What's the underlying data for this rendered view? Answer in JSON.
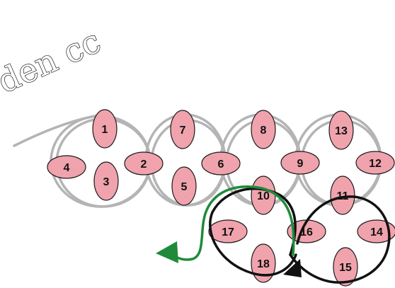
{
  "watermark": "den cc",
  "colors": {
    "bead_fill": "#f0a3ad",
    "bead_stroke": "#1a1a1a",
    "thread_grey": "#b4b4b4",
    "thread_black": "#111111",
    "thread_green": "#1f8a3a"
  },
  "beads": [
    {
      "label": "1"
    },
    {
      "label": "2"
    },
    {
      "label": "3"
    },
    {
      "label": "4"
    },
    {
      "label": "5"
    },
    {
      "label": "6"
    },
    {
      "label": "7"
    },
    {
      "label": "8"
    },
    {
      "label": "9"
    },
    {
      "label": "10"
    },
    {
      "label": "11"
    },
    {
      "label": "12"
    },
    {
      "label": "13"
    },
    {
      "label": "14"
    },
    {
      "label": "15"
    },
    {
      "label": "16"
    },
    {
      "label": "17"
    },
    {
      "label": "18"
    }
  ]
}
